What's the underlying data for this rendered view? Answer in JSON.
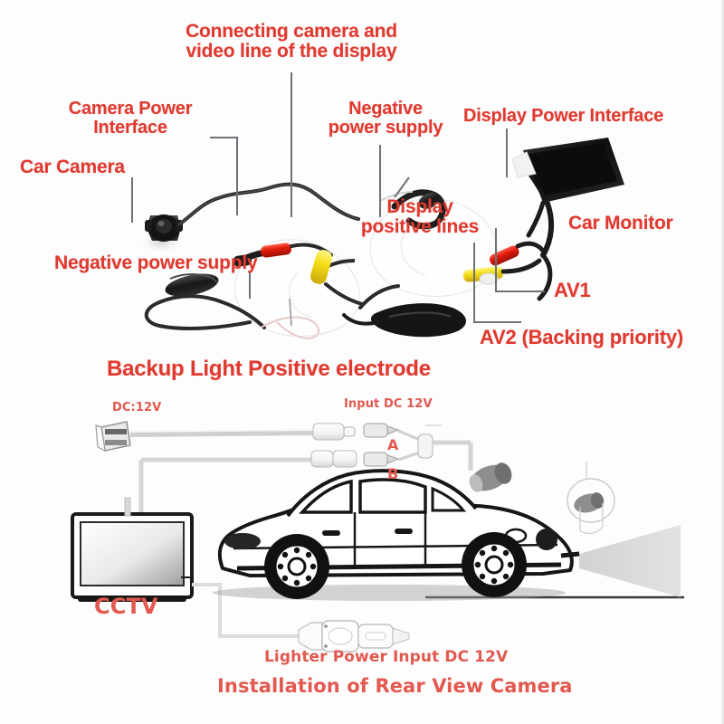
{
  "diagram": {
    "title": "Installation of Rear View Camera",
    "accent_color": "#e03a30",
    "accent_color_bottom": "#e2594f",
    "leader_color": "#6d7278"
  },
  "top_panel": {
    "labels": {
      "connecting_line": "Connecting camera and\nvideo line of the display",
      "camera_power_interface": "Camera Power\nInterface",
      "car_camera": "Car Camera",
      "negative_power_supply_left": "Negative power supply",
      "negative_power_supply_top": "Negative\npower supply",
      "display_power_interface": "Display Power Interface",
      "display_positive_lines": "Display\npositive lines",
      "car_monitor": "Car Monitor",
      "av1": "AV1",
      "av2": "AV2 (Backing priority)",
      "backup_light_positive": "Backup Light Positive electrode"
    }
  },
  "bottom_panel": {
    "labels": {
      "dc_12v": "DC:12V",
      "input_dc_12v": "Input DC 12V",
      "branch_a": "A",
      "branch_b": "B",
      "cctv": "CCTV",
      "lighter_power_input": "Lighter Power Input DC 12V",
      "caption": "Installation of Rear View Camera"
    }
  }
}
